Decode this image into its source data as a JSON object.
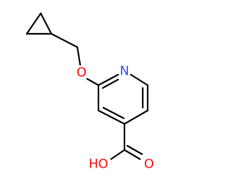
{
  "molecule": {
    "colors": {
      "bond": "#000000",
      "oxygen": "#ff0d0d",
      "nitrogen": "#3050f8",
      "background": "#ffffff"
    },
    "atoms": {
      "ring_nitrogen": "N",
      "ether_oxygen": "O",
      "hydroxyl": "HO",
      "carbonyl_oxygen": "O"
    }
  }
}
